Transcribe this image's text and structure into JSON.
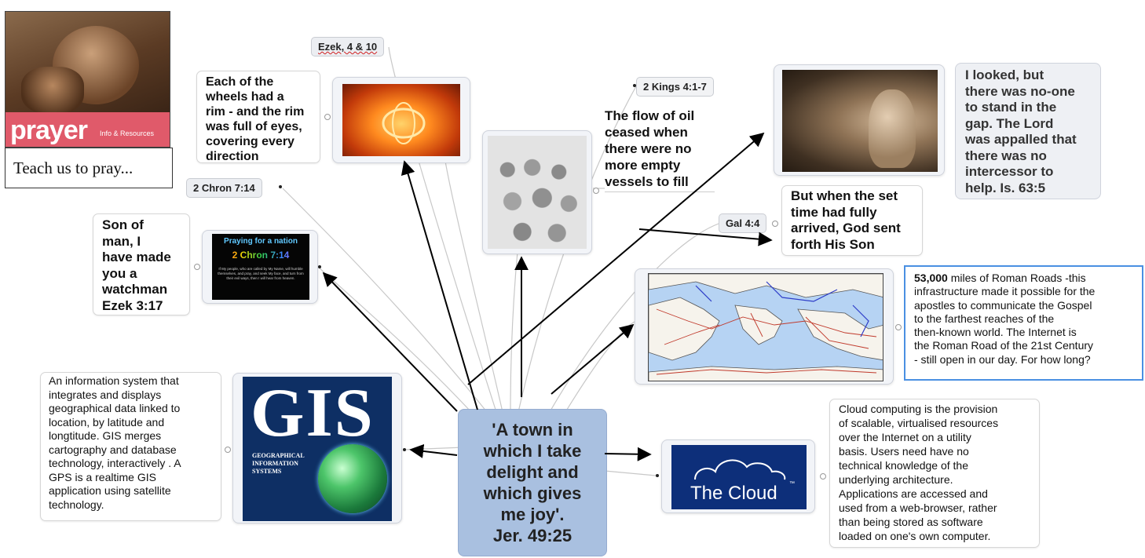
{
  "prayer_logo": {
    "word": "prayer",
    "sub": "Info & Resources"
  },
  "caption": "Teach us to pray...",
  "central": {
    "l1": "'A town in",
    "l2": "which I take",
    "l3": "delight and",
    "l4": "which gives",
    "l5": "me joy'.",
    "ref": "Jer. 49:25"
  },
  "tags": {
    "ezek": "Ezek, 4 & 10",
    "kings": "2 Kings 4:1-7",
    "chron": "2 Chron 7:14",
    "gal": "Gal 4:4"
  },
  "notes": {
    "wheels": [
      "Each of the",
      "wheels had a",
      "rim - and the rim",
      "was full of eyes,",
      "covering every",
      "direction"
    ],
    "oil": [
      "The flow of oil",
      "ceased when",
      "there were no",
      "more empty",
      "vessels to fill"
    ],
    "gap": [
      "I looked, but",
      "there was no-one",
      "to stand in the",
      "gap.  The Lord",
      "was appalled that",
      "there was no",
      "intercessor to",
      "help.  Is. 63:5"
    ],
    "son_of_god": [
      "But when the set",
      "time had fully",
      "arrived, God sent",
      "forth His Son"
    ],
    "watchman": [
      "Son of",
      "man, I",
      "have made",
      "you a",
      "watchman",
      "Ezek 3:17"
    ],
    "roads_bold": "53,000",
    "roads": [
      " miles of Roman Roads -this",
      "infrastructure made it possible for the",
      "apostles to communicate the Gospel",
      "to the farthest reaches of the",
      "then-known world.  The Internet is",
      "the Roman Road of the 21st Century",
      "- still open in our day. For how long?"
    ],
    "gis": [
      "An information system that",
      "integrates and displays",
      "geographical data linked to",
      "location, by latitude and",
      "longtitude.  GIS merges",
      "cartography and database",
      "technology, interactively . A",
      "GPS is a realtime GIS",
      "application using satellite",
      "technology."
    ],
    "cloud": [
      "Cloud computing is the provision",
      "of scalable, virtualised resources",
      "over the Internet on a utility",
      "basis. Users need have no",
      "technical knowledge of the",
      "underlying architecture.",
      "Applications are accessed and",
      "used from a web-browser, rather",
      "than being stored as software",
      "loaded on one's own computer."
    ]
  },
  "images": {
    "nation_title": "Praying for a nation",
    "nation_ref": "2 Chron 7:14",
    "nation_text": "If My people, who are called by My Name, will humble themselves, and pray, and seek My face, and turn from their evil ways, then I will hear from heaven.",
    "gis_big": "GIS",
    "gis_sub1": "GEOGRAPHICAL",
    "gis_sub2": "INFORMATION",
    "gis_sub3": "SYSTEMS",
    "cloud_label": "The Cloud",
    "cloud_tm": "™"
  },
  "colors": {
    "central": "#a9c0e0",
    "tag": "#eceef2",
    "map_sea": "#b6d3f3",
    "gis_bg": "#0e2f64",
    "cloud_bg": "#0d2f7a"
  }
}
